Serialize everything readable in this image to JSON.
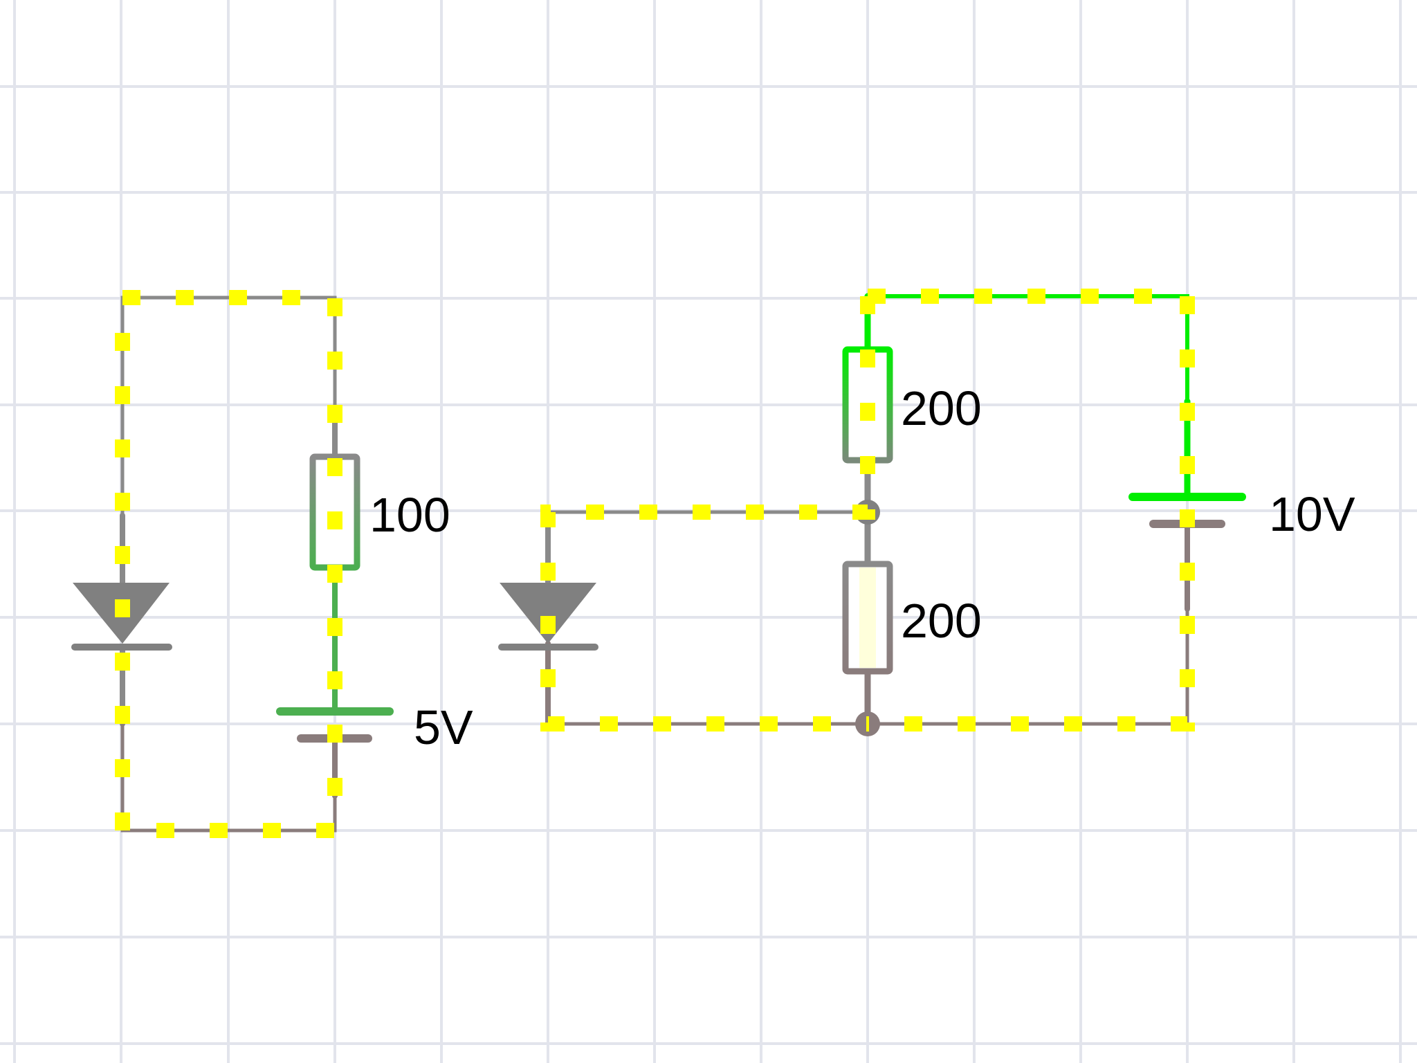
{
  "circuit": {
    "left": {
      "resistor_value": "100",
      "battery_voltage": "5V"
    },
    "right": {
      "upper_resistor_value": "200",
      "lower_resistor_value": "200",
      "battery_voltage": "10V"
    }
  },
  "colors": {
    "background": "#ffffff",
    "grid": "#e2e4ec",
    "wire": "#8a8a8a",
    "wire_low": "#8a7c7c",
    "wire_medium_green": "#4caf50",
    "wire_high_green": "#00ee00",
    "current_dots": "#ffff00",
    "diode": "#808080",
    "label": "#000000"
  },
  "icons": {
    "diode": "diode-icon",
    "resistor": "resistor-icon",
    "battery": "battery-icon",
    "junction": "junction-node"
  }
}
